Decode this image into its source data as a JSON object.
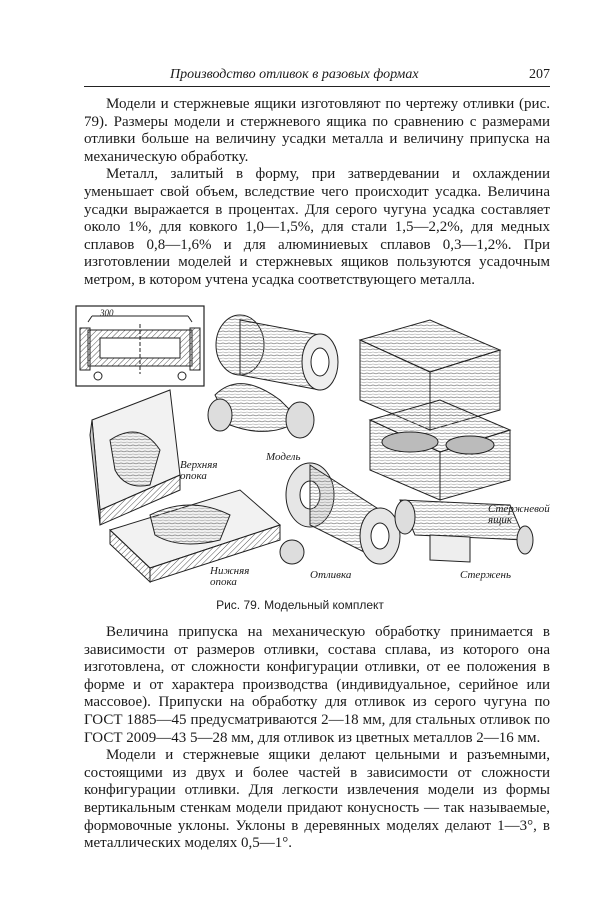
{
  "header": {
    "running_title": "Производство отливок в разовых формах",
    "page_number": "207"
  },
  "paragraphs_top": [
    "Модели и стержневые ящики изготовляют по чертежу отливки (рис. 79). Размеры модели и стержневого ящика по сравнению с размерами отливки больше на величину усадки металла и величину припуска на механическую обработку.",
    "Металл, залитый в форму, при затвердевании и охлаждении уменьшает свой объем, вследствие чего происходит усадка. Величина усадки выражается в процентах. Для серого чугуна усадка составляет около 1%, для ковкого 1,0—1,5%, для стали 1,5—2,2%, для медных сплавов 0,8—1,6% и для алюминиевых сплавов 0,3—1,2%. При изготовлении моделей и стержневых ящиков пользуются усадочным метром, в котором учтена усадка соответствующего металла."
  ],
  "figure": {
    "dimension": "300",
    "labels": {
      "model": "Модель",
      "upper_flask": "Верхняя опока",
      "lower_flask": "Нижняя опока",
      "casting": "Отливка",
      "core": "Стержень",
      "core_box": "Стержневой ящик"
    },
    "caption_number": "Рис. 79.",
    "caption_text": "Модельный комплект"
  },
  "paragraphs_bottom": [
    "Величина припуска на механическую обработку принимается в зависимости от размеров отливки, состава сплава, из которого она изготовлена, от сложности конфигурации отливки, от ее положения в форме и от характера производства (индивидуальное, серийное или массовое). Припуски на обработку для отливок из серого чугуна по ГОСТ 1885—45 предусматриваются 2—18 мм, для стальных отливок по ГОСТ 2009—43 5—28 мм, для отливок из цветных металлов 2—16 мм.",
    "Модели и стержневые ящики делают цельными и разъемными, состоящими из двух и более частей в зависимости от сложности конфигурации отливки. Для легкости извлечения модели из формы вертикальным стенкам модели придают конусность — так называемые, формовочные уклоны. Уклоны в деревянных моделях делают 1—3°, в металлических моделях 0,5—1°."
  ]
}
